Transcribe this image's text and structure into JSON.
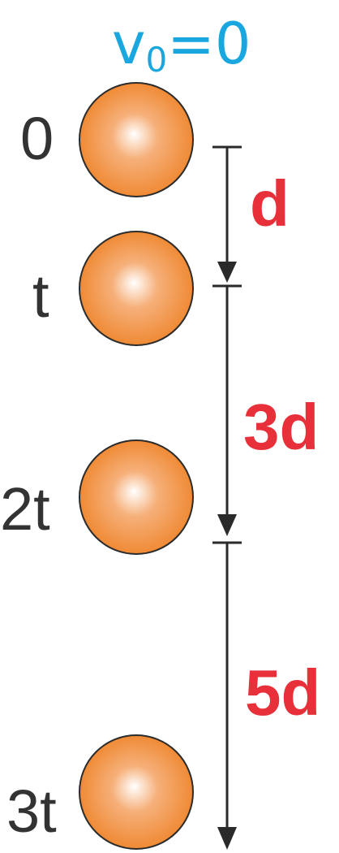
{
  "title": {
    "symbol": "v",
    "subscript": "0",
    "rest": "=0",
    "color": "#1aa7e0"
  },
  "colors": {
    "ball_light": "#ffffff",
    "ball_mid": "#f6b07a",
    "ball_dark": "#ef8a35",
    "ball_outline": "#2c2c2c",
    "line": "#2a2a2a",
    "time_text": "#333333",
    "distance_text": "#e8303a"
  },
  "times": [
    {
      "label": "0"
    },
    {
      "label": "t"
    },
    {
      "label": "2t"
    },
    {
      "label": "3t"
    }
  ],
  "distances": [
    {
      "label": "d"
    },
    {
      "label": "3d"
    },
    {
      "label": "5d"
    }
  ]
}
